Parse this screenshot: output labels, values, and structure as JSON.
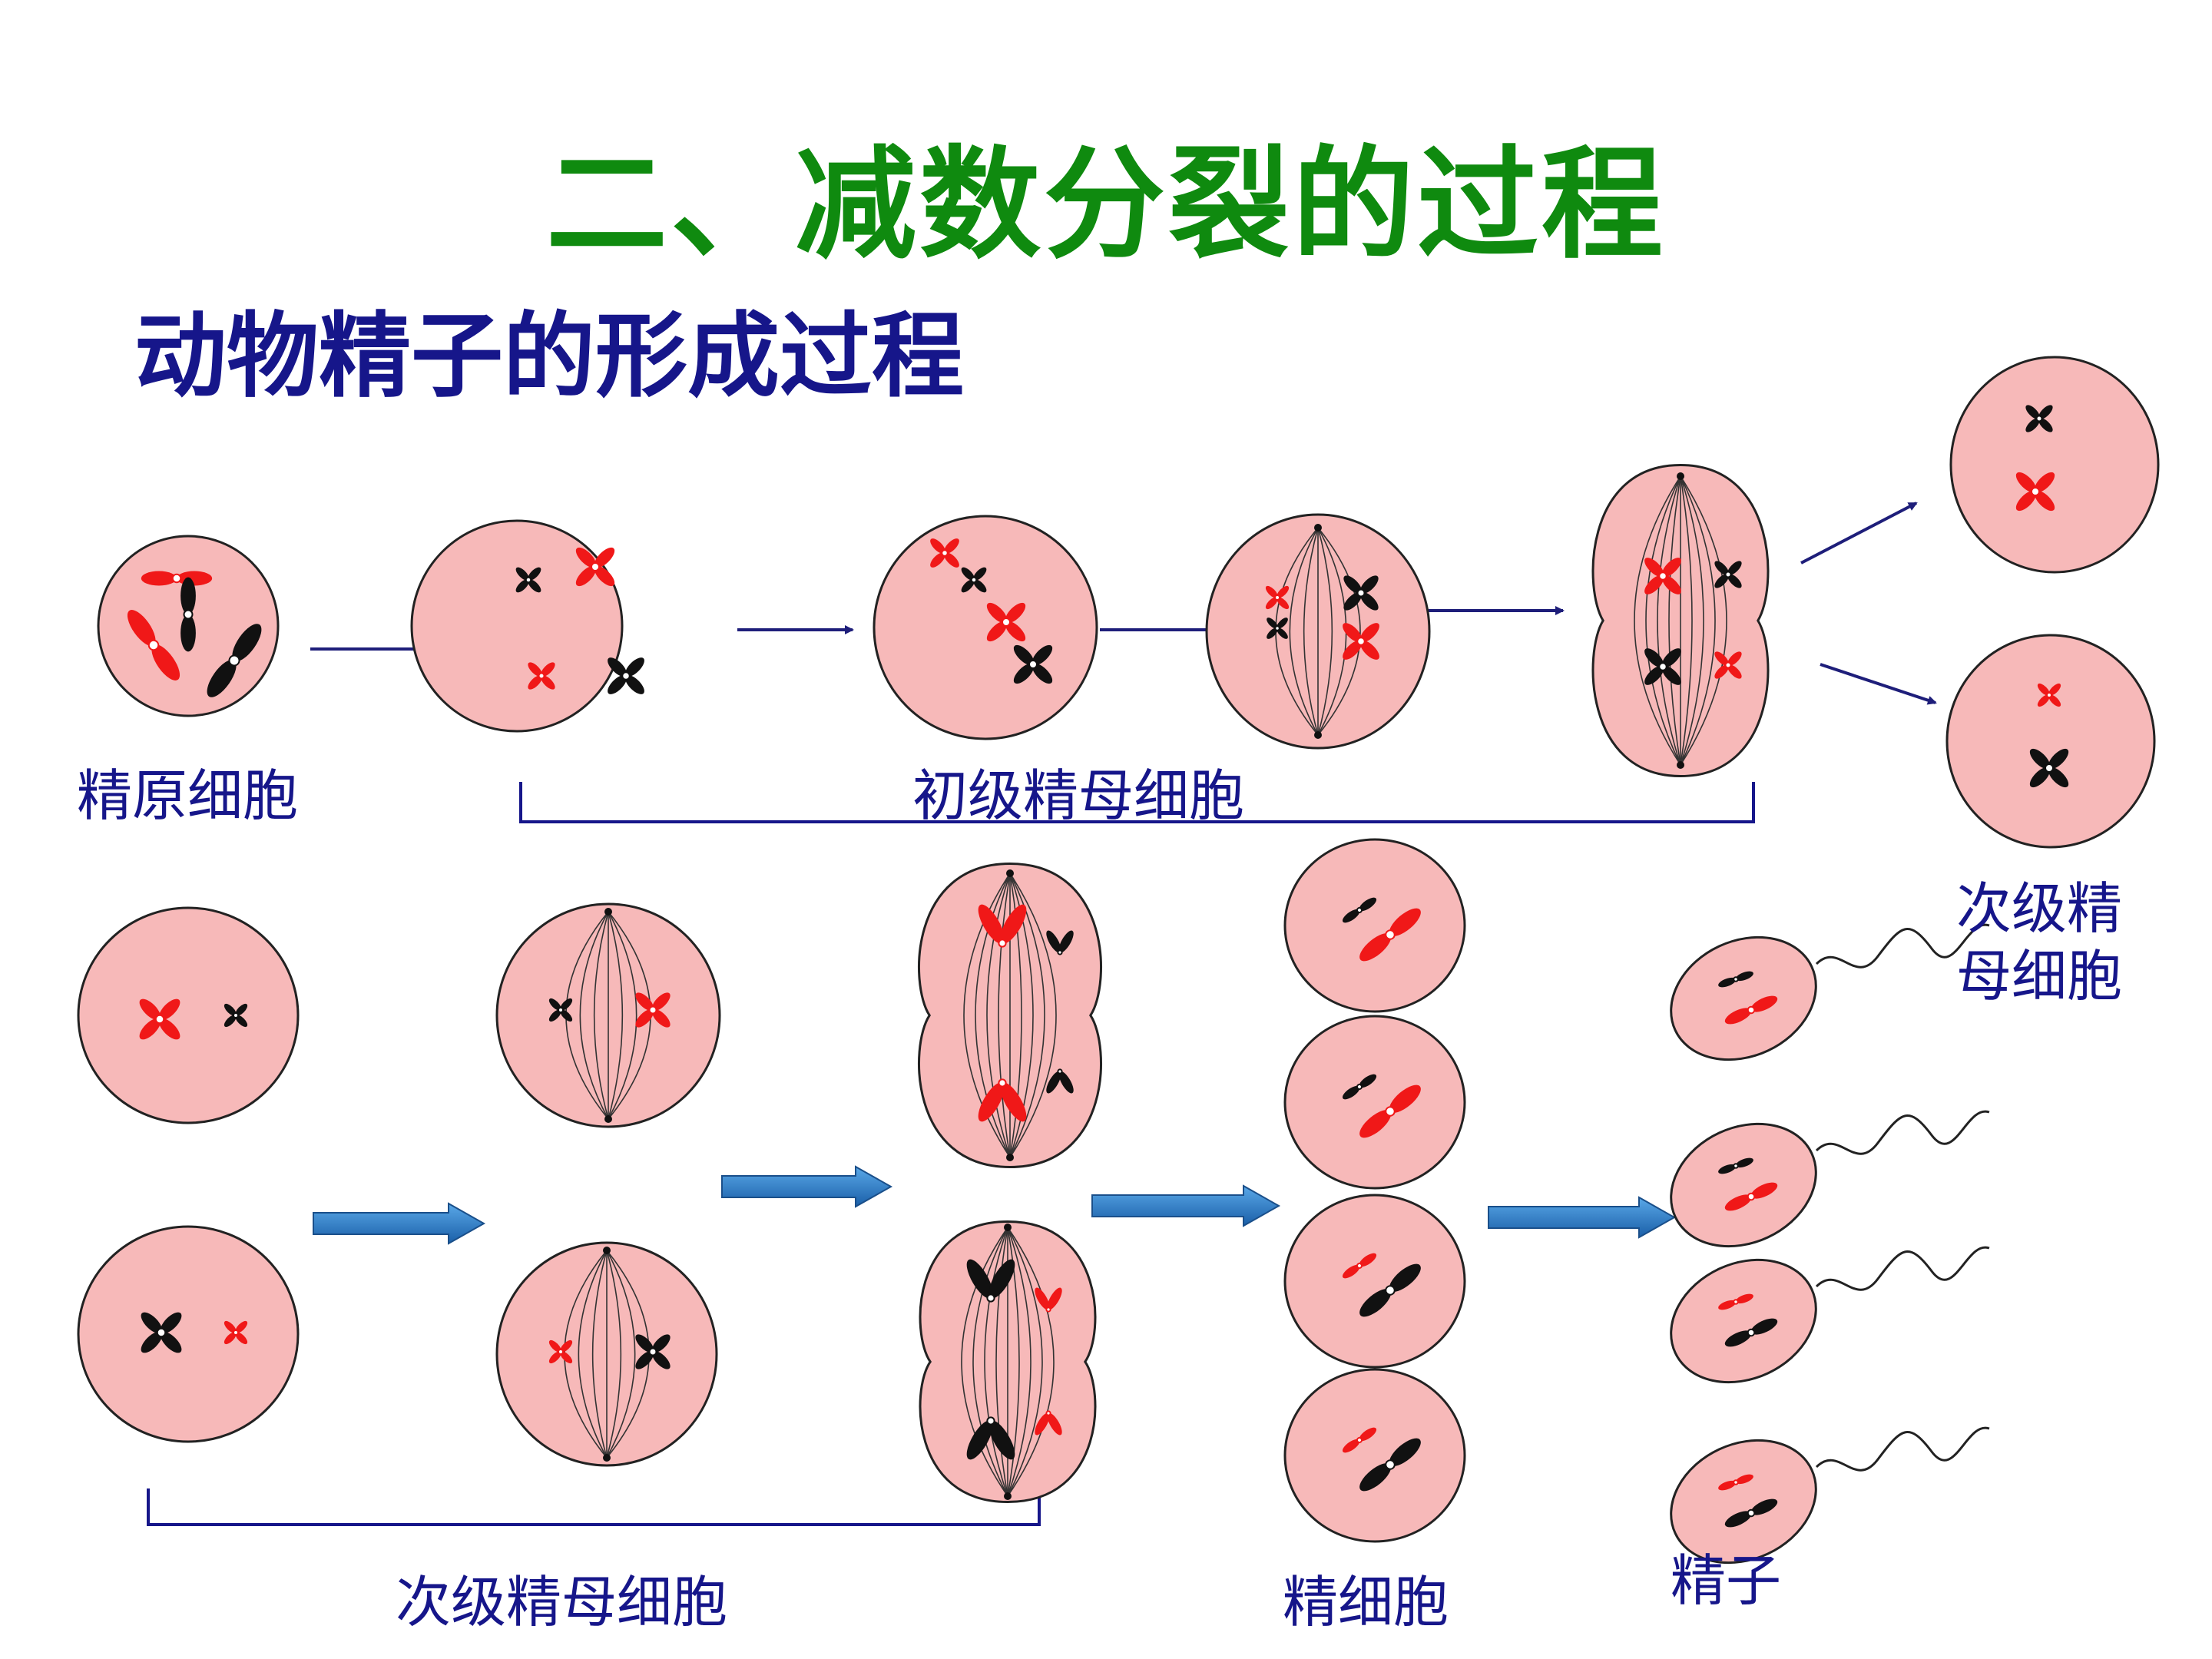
{
  "title": "二、减数分裂的过程",
  "subtitle": "动物精子的形成过程",
  "labels": {
    "spermatogonium": "精原细胞",
    "primary_spermatocyte": "初级精母细胞",
    "secondary_spermatocyte_top": "次级精母细胞",
    "secondary_spermatocyte_bottom": "次级精母细胞",
    "spermatid": "精细胞",
    "sperm": "精子"
  },
  "colors": {
    "title": "#0f8a0f",
    "subtitle": "#16168a",
    "label": "#16168a",
    "cell_fill": "#f7b9b9",
    "chromosome_red": "#f01818",
    "chromosome_black": "#111111",
    "arrow_thin": "#1e1e7a",
    "arrow_block": "#1a6fb8"
  }
}
